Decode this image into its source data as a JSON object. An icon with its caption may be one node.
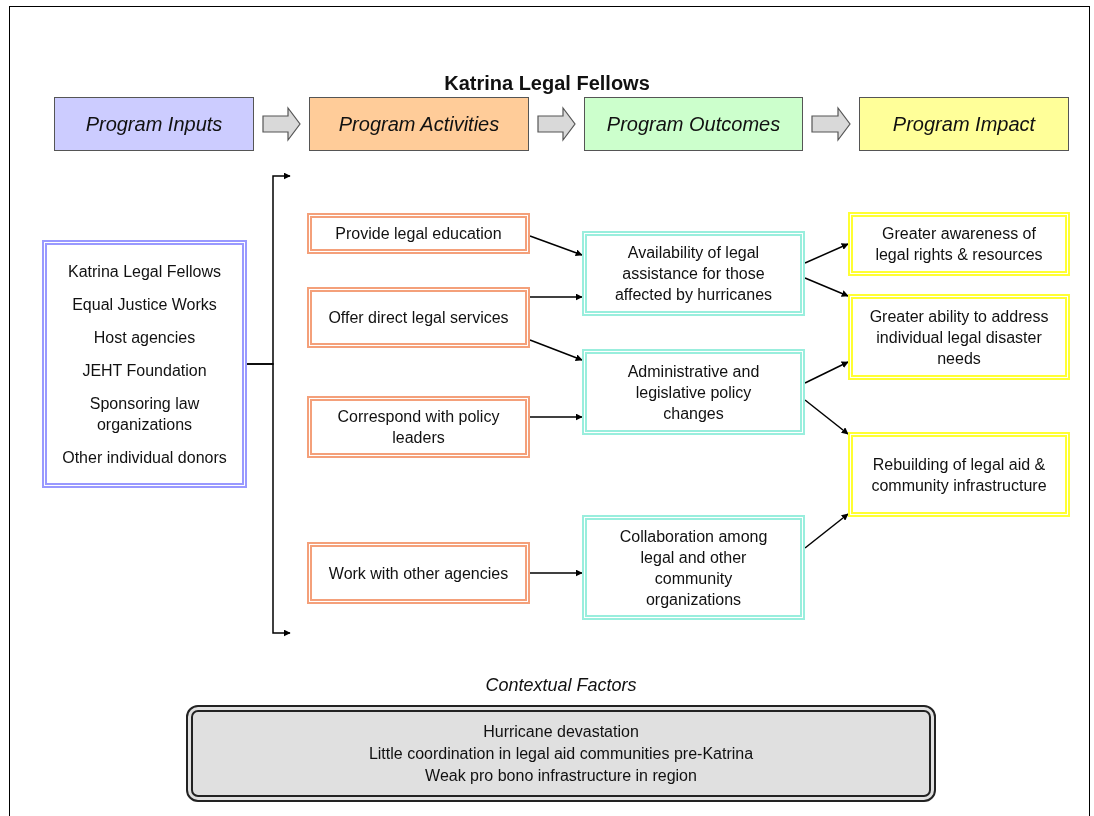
{
  "diagram": {
    "title": "Katrina Legal Fellows",
    "nodes": [
      {
        "text": [
          "Program Inputs"
        ]
      },
      {
        "text": [
          "Program Activities"
        ]
      },
      {
        "text": [
          "Program Outcomes"
        ]
      },
      {
        "text": [
          "Program Impact"
        ]
      },
      {
        "text": [
          "Katrina Legal Fellows",
          "Equal Justice Works",
          "Host agencies",
          "JEHT Foundation",
          "Sponsoring law organizations",
          "Other individual donors"
        ]
      },
      {
        "text": [
          "Provide legal education"
        ]
      },
      {
        "text": [
          "Offer direct legal services"
        ]
      },
      {
        "text": [
          "Correspond with policy leaders"
        ]
      },
      {
        "text": [
          "Work with other agencies"
        ]
      },
      {
        "text": [
          "Availability of legal assistance for those affected by hurricanes"
        ]
      },
      {
        "text": [
          "Administrative and legislative policy changes"
        ]
      },
      {
        "text": [
          "Collaboration among legal and other community organizations"
        ]
      },
      {
        "text": [
          "Greater awareness of legal rights & resources"
        ]
      },
      {
        "text": [
          "Greater ability to address individual legal disaster needs"
        ]
      },
      {
        "text": [
          "Rebuilding of legal aid & community infrastructure"
        ]
      },
      {
        "text": [
          "Contextual Factors",
          "Hurricane devastation",
          "Little coordination in legal aid communities pre-Katrina",
          "Weak pro bono infrastructure in region"
        ]
      }
    ],
    "edges": [
      {
        "from": 0,
        "to": 1,
        "arrow": "to"
      },
      {
        "from": 1,
        "to": 2,
        "arrow": "to"
      },
      {
        "from": 2,
        "to": 3,
        "arrow": "to"
      },
      {
        "from": 4,
        "to": null,
        "arrow": "to"
      },
      {
        "from": 4,
        "to": null,
        "arrow": "to"
      },
      {
        "from": 5,
        "to": 9,
        "arrow": "to"
      },
      {
        "from": 6,
        "to": 9,
        "arrow": "to"
      },
      {
        "from": 6,
        "to": 10,
        "arrow": "to"
      },
      {
        "from": 7,
        "to": 10,
        "arrow": "to"
      },
      {
        "from": 8,
        "to": 11,
        "arrow": "to"
      },
      {
        "from": 9,
        "to": 12,
        "arrow": "to"
      },
      {
        "from": 9,
        "to": 13,
        "arrow": "to"
      },
      {
        "from": 10,
        "to": 13,
        "arrow": "to"
      },
      {
        "from": 10,
        "to": 14,
        "arrow": "to"
      },
      {
        "from": 11,
        "to": 14,
        "arrow": "to"
      }
    ]
  }
}
